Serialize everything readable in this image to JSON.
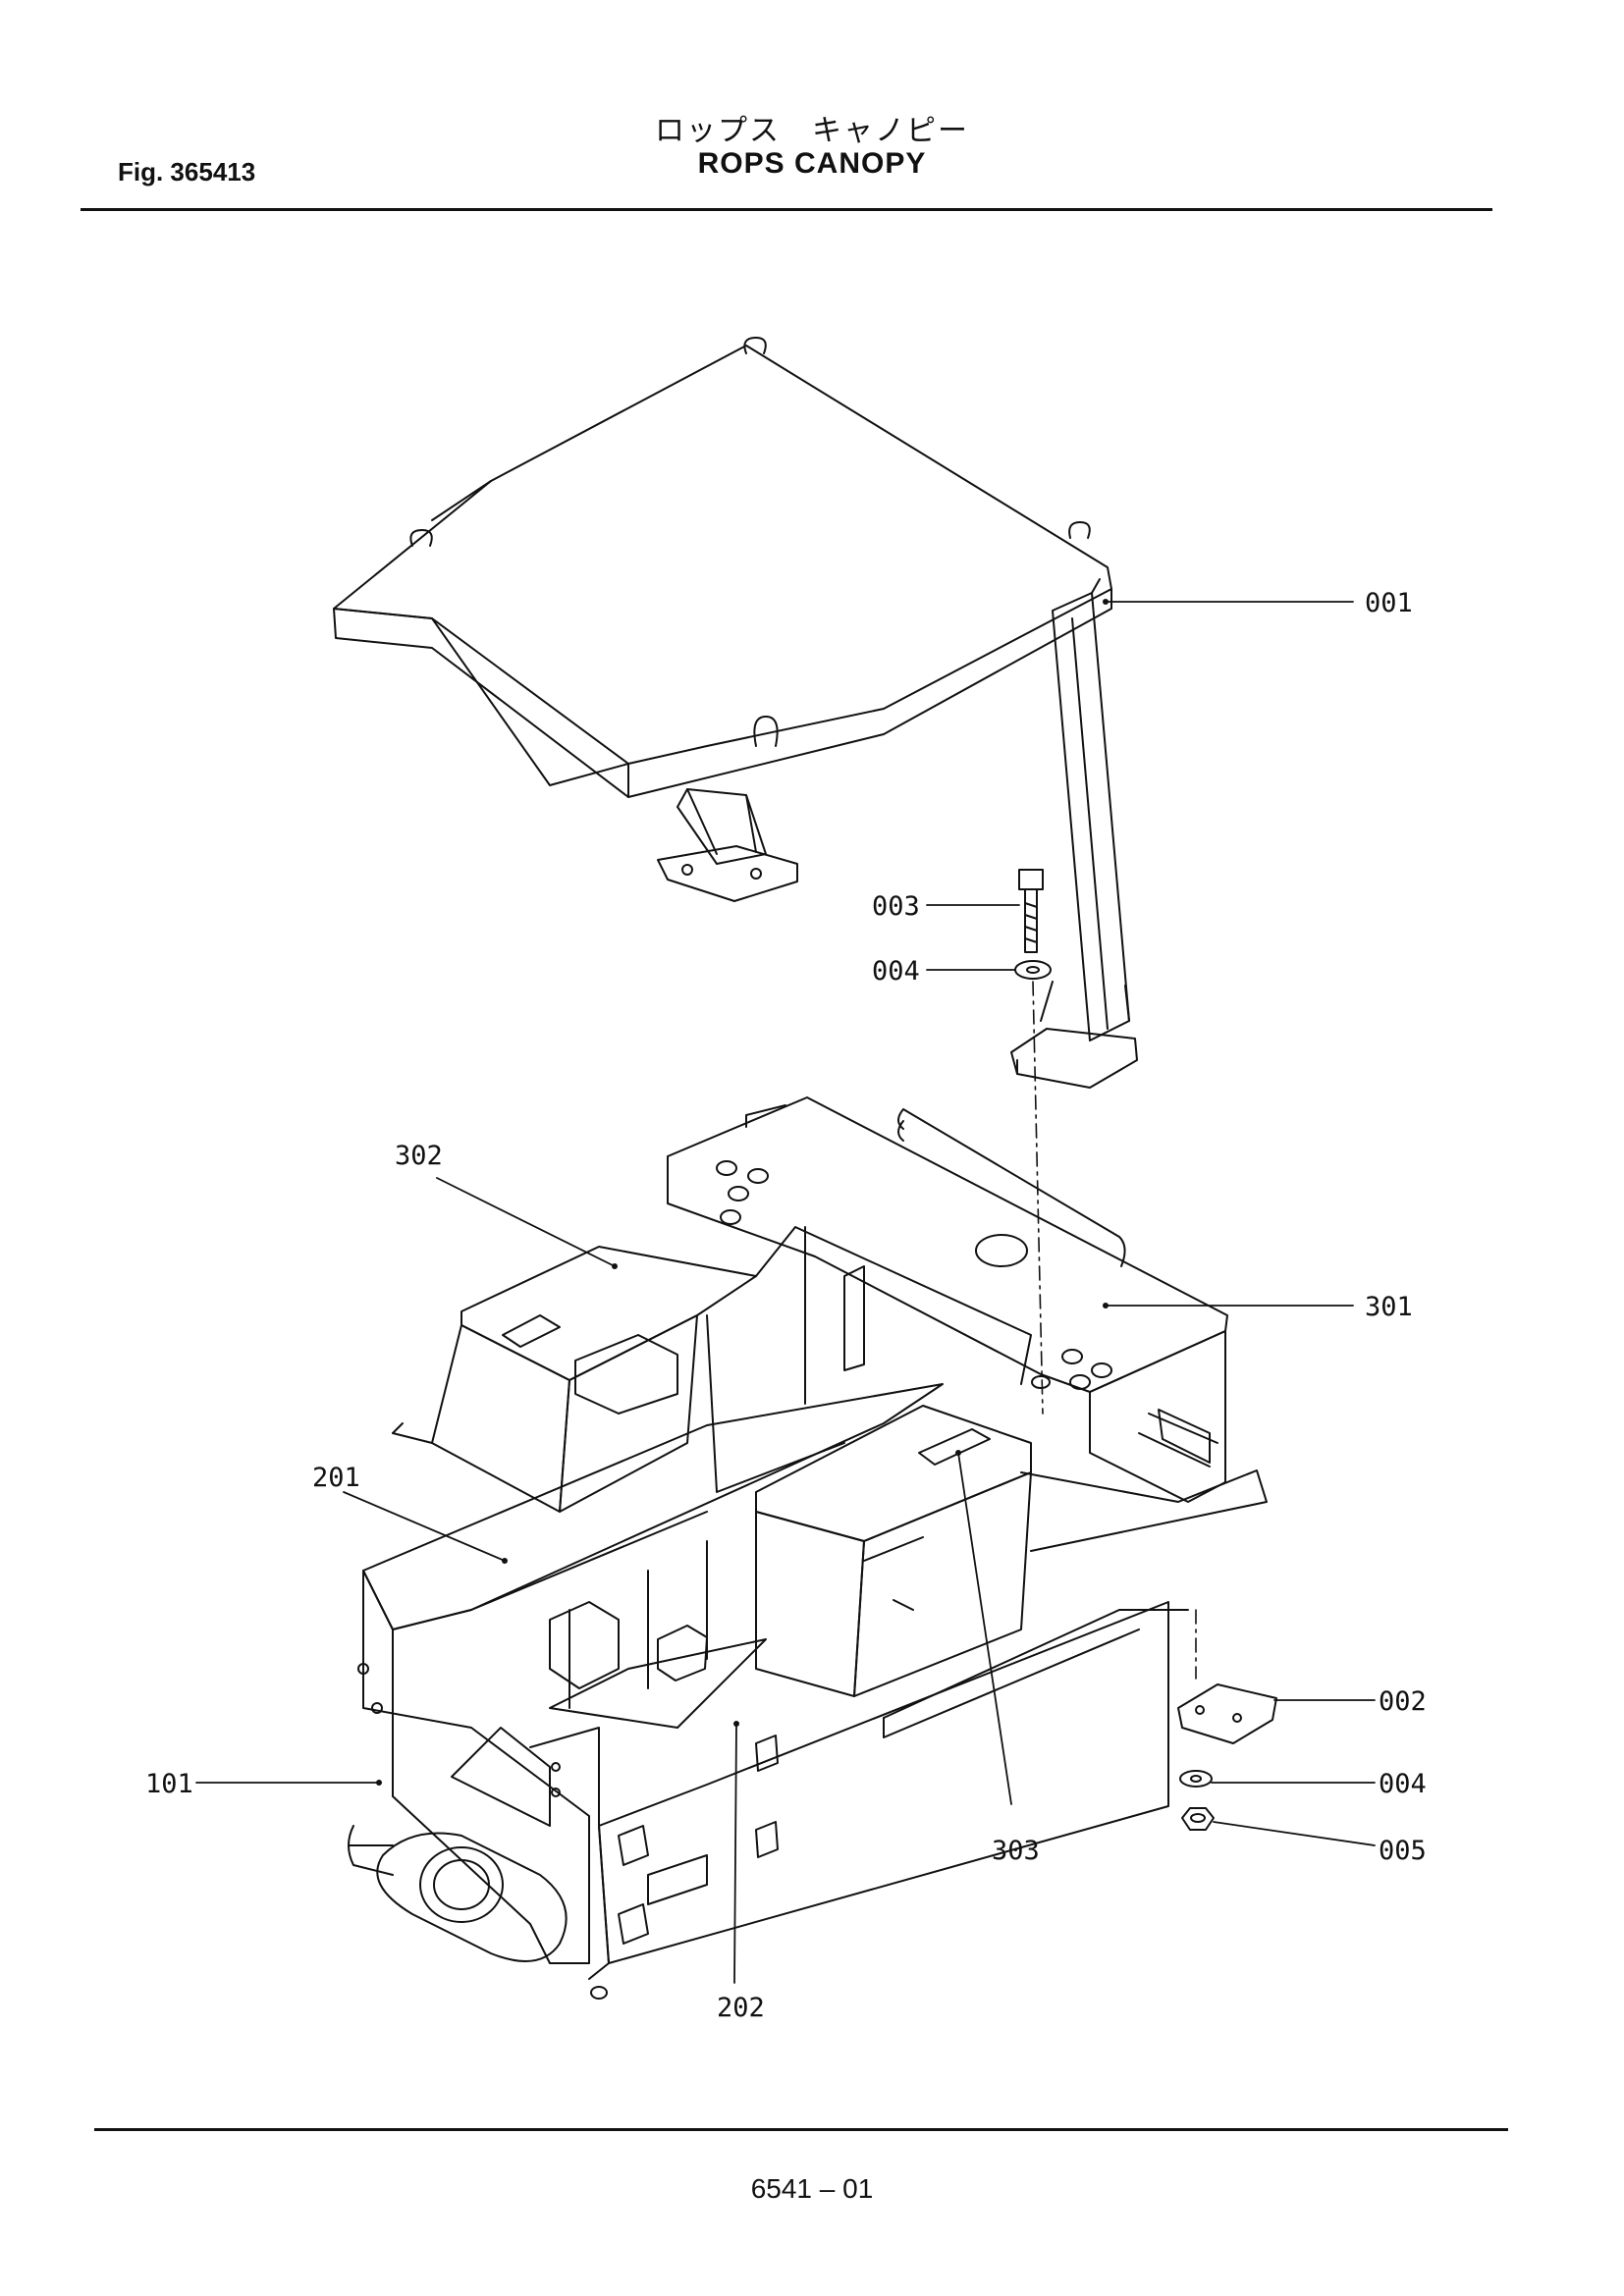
{
  "header": {
    "fig_label": "Fig. 365413",
    "title_jp": "ロップス　キャノピー",
    "title_en": "ROPS  CANOPY"
  },
  "footer": {
    "page_code": "6541 – 01"
  },
  "callouts": {
    "c001": "001",
    "c002": "002",
    "c003": "003",
    "c004a": "004",
    "c004b": "004",
    "c005": "005",
    "c101": "101",
    "c201": "201",
    "c202": "202",
    "c301": "301",
    "c302": "302",
    "c303": "303"
  }
}
